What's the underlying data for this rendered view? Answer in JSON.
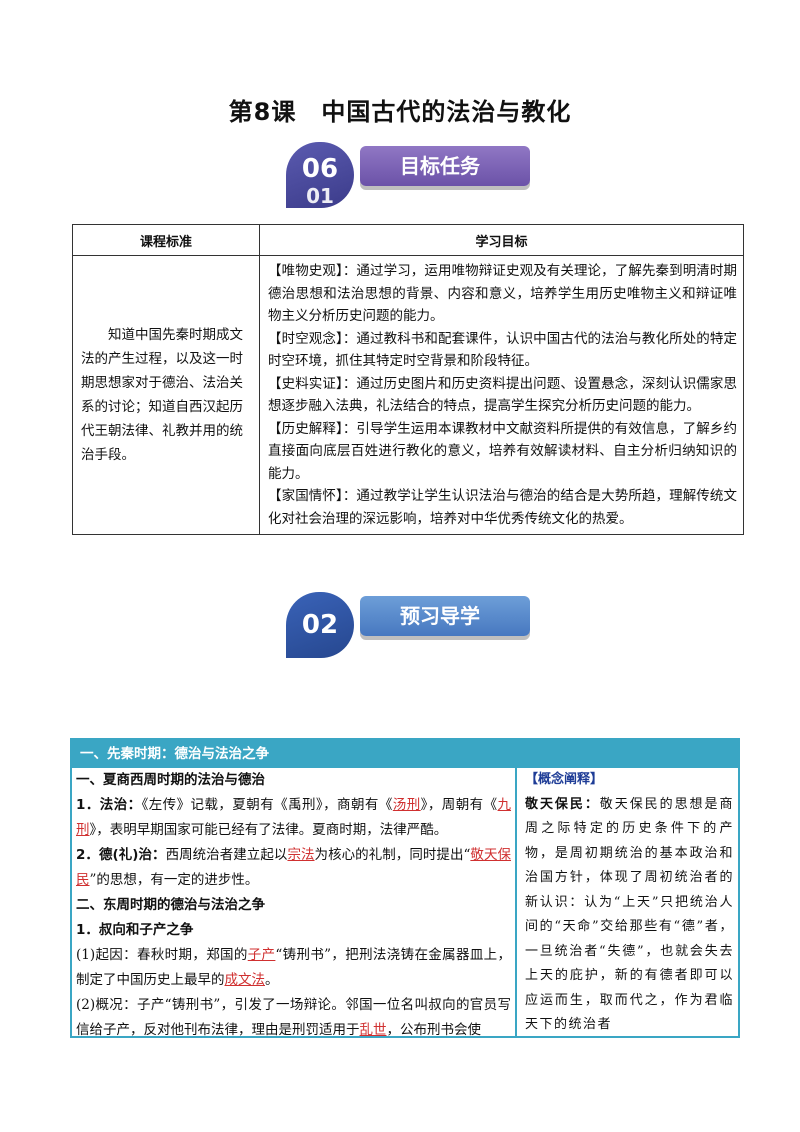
{
  "title": "第8课　中国古代的法治与教化",
  "section1": {
    "num": "06",
    "num_sub": "01",
    "label": "目标任务"
  },
  "section2": {
    "num": "02",
    "label": "预习导学"
  },
  "table": {
    "head_left": "课程标准",
    "head_right": "学习目标",
    "standard": "知道中国先秦时期成文法的产生过程，以及这一时期思想家对于德治、法治关系的讨论；知道自西汉起历代王朝法律、礼教并用的统治手段。",
    "goals": [
      "【唯物史观】：通过学习，运用唯物辩证史观及有关理论，了解先秦到明清时期德治思想和法治思想的背景、内容和意义，培养学生用历史唯物主义和辩证唯物主义分析历史问题的能力。",
      "【时空观念】：通过教科书和配套课件，认识中国古代的法治与教化所处的特定时空环境，抓住其特定时空背景和阶段特征。",
      "【史料实证】：通过历史图片和历史资料提出问题、设置悬念，深刻认识儒家思想逐步融入法典，礼法结合的特点，提高学生探究分析历史问题的能力。",
      "【历史解释】：引导学生运用本课教材中文献资料所提供的有效信息，了解乡约直接面向底层百姓进行教化的意义，培养有效解读材料、自主分析归纳知识的能力。",
      "【家国情怀】：通过教学让学生认识法治与德治的结合是大势所趋，理解传统文化对社会治理的深远影响，培养对中华优秀传统文化的热爱。"
    ]
  },
  "box": {
    "header": "一、先秦时期：德治与法治之争",
    "h1": "一、夏商西周时期的法治与德治",
    "p1_label": "1．法治：",
    "p1_a": "《左传》记载，夏朝有《禹刑》，商朝有《",
    "p1_red1": "汤刑",
    "p1_b": "》，周朝有《",
    "p1_red2": "九刑",
    "p1_c": "》，表明早期国家可能已经有了法律。夏商时期，法律严酷。",
    "p2_label": "2．德(礼)治：",
    "p2_a": "西周统治者建立起以",
    "p2_red1": "宗法",
    "p2_b": "为核心的礼制，同时提出“",
    "p2_red2": "敬天保民",
    "p2_c": "”的思想，有一定的进步性。",
    "h2": "二、东周时期的德治与法治之争",
    "h3": "1．叔向和子产之争",
    "p3_a": "(1)起因：春秋时期，郑国的",
    "p3_red1": "子产",
    "p3_b": "“铸刑书”，把刑法浇铸在金属器皿上，制定了中国历史上最早的",
    "p3_red2": "成文法",
    "p3_c": "。",
    "p4_a": "(2)概况：子产“铸刑书”，引发了一场辩论。邻国一位名叫叔向的官员写信给子产，反对他刊布法律，理由是刑罚适用于",
    "p4_red1": "乱世",
    "p4_b": "，公布刑书会使",
    "side_title": "【概念阐释】",
    "side_term": "敬天保民：",
    "side_text": "敬天保民的思想是商周之际特定的历史条件下的产物，是周初期统治的基本政治和治国方针，体现了周初统治者的新认识：认为“上天”只把统治人间的“天命”交给那些有“德”者，一旦统治者“失德”，也就会失去上天的庇护，新的有德者即可以应运而生，取而代之，作为君临天下的统治者"
  }
}
